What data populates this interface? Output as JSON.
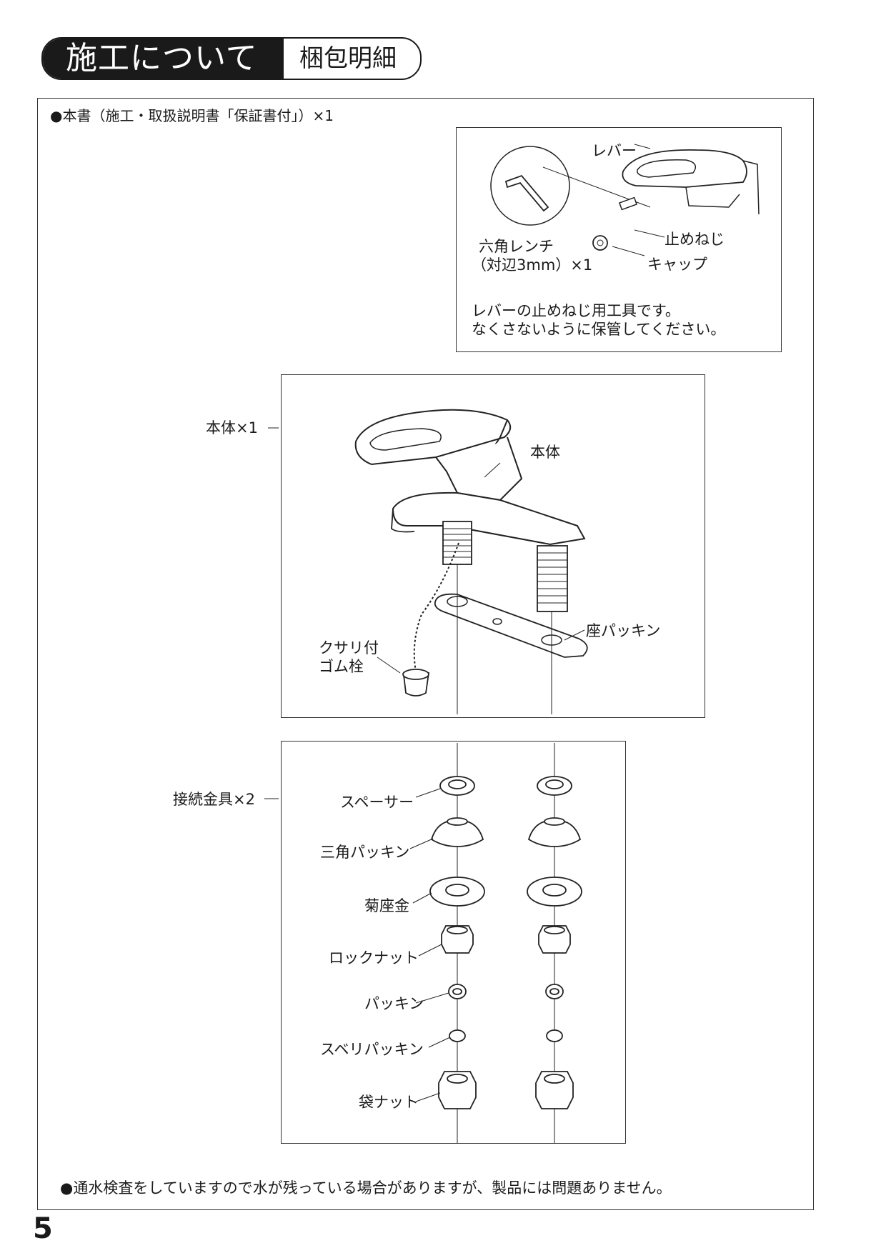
{
  "header": {
    "title": "施工について",
    "subtitle": "梱包明細"
  },
  "top_note": "●本書（施工・取扱説明書「保証書付」）×1",
  "wrench_box": {
    "lever": "レバー",
    "set_screw": "止めねじ",
    "cap": "キャップ",
    "wrench_line1": "六角レンチ",
    "wrench_line2": "（対辺3mm）×1",
    "note_line1": "レバーの止めねじ用工具です。",
    "note_line2": "なくさないように保管してください。"
  },
  "body_box": {
    "side_label": "本体×1",
    "body_label": "本体",
    "seat_packing": "座パッキン",
    "plug_line1": "クサリ付",
    "plug_line2": "ゴム栓"
  },
  "fittings_box": {
    "side_label": "接続金具×2",
    "parts": [
      "スペーサー",
      "三角パッキン",
      "菊座金",
      "ロックナット",
      "パッキン",
      "スベリパッキン",
      "袋ナット"
    ]
  },
  "bottom_note": "●通水検査をしていますので水が残っている場合がありますが、製品には問題ありません。",
  "page_number": "5"
}
